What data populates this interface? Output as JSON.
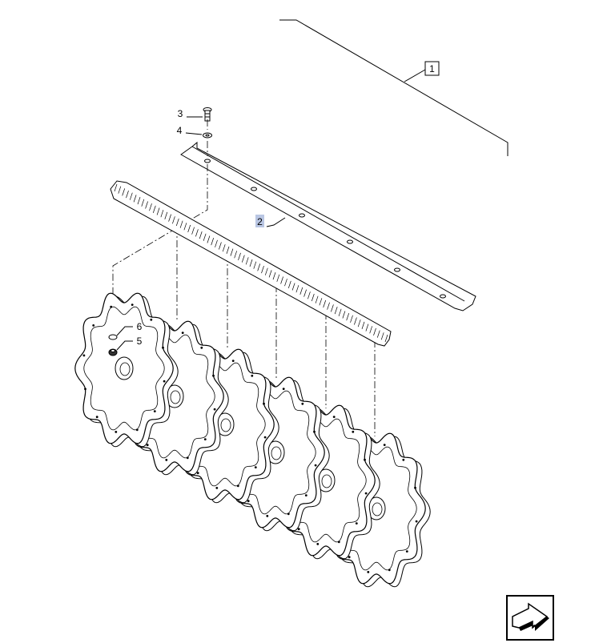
{
  "diagram": {
    "callouts": [
      {
        "id": "c1",
        "label": "1",
        "boxed": true,
        "highlighted": false
      },
      {
        "id": "c2",
        "label": "2",
        "boxed": false,
        "highlighted": true
      },
      {
        "id": "c3",
        "label": "3",
        "boxed": false,
        "highlighted": false
      },
      {
        "id": "c4",
        "label": "4",
        "boxed": false,
        "highlighted": false
      },
      {
        "id": "c5",
        "label": "5",
        "boxed": false,
        "highlighted": false
      },
      {
        "id": "c6",
        "label": "6",
        "boxed": false,
        "highlighted": false
      }
    ],
    "parts": {
      "assembly_bracket": "assembly-bracket",
      "scraper_strip": "scraper-strip",
      "bolt": "bolt",
      "washer": "washer",
      "comb_rail": "serrated-comb-rail",
      "rotor_discs": "rotor-discs",
      "disc_count": 6
    },
    "nav_icon": "next-page-arrow-icon",
    "colors": {
      "line": "#000000",
      "highlight": "#b9c6e3",
      "background": "#ffffff"
    }
  }
}
